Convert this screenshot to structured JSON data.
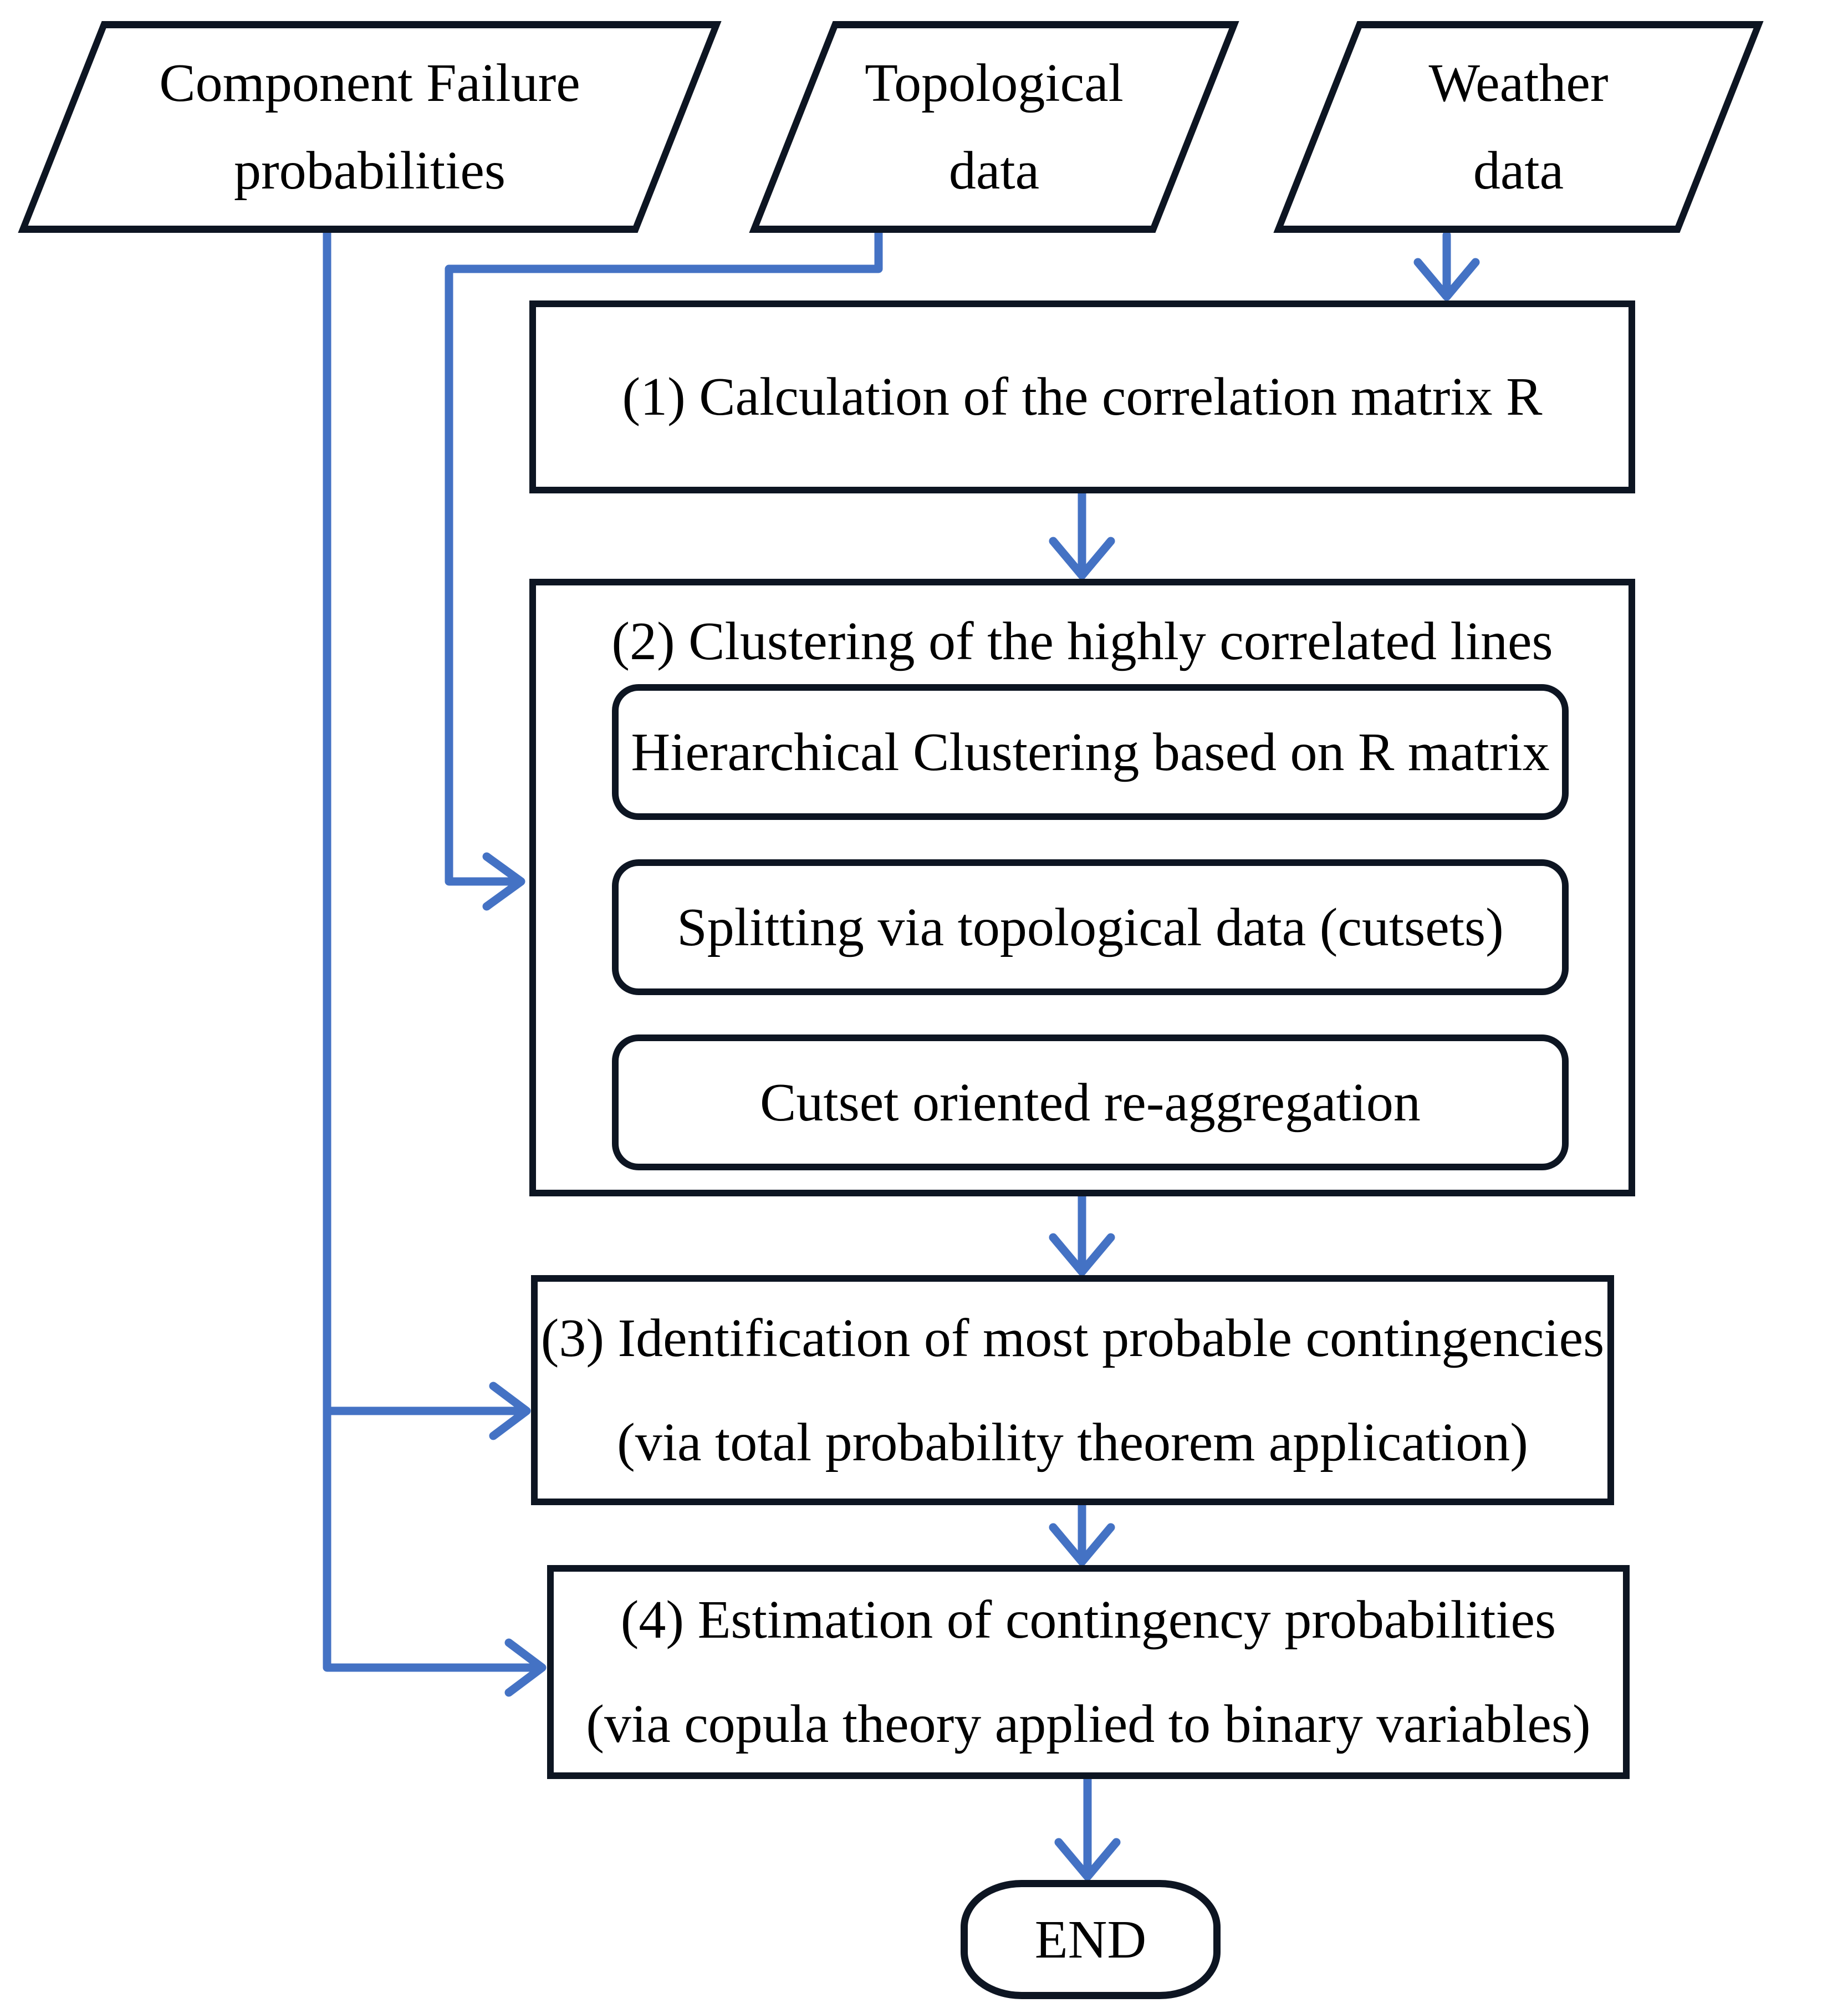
{
  "diagram": {
    "inputs": [
      {
        "id": "component-failure-probabilities",
        "label_lines": [
          "Component Failure",
          "probabilities"
        ]
      },
      {
        "id": "topological-data",
        "label_lines": [
          "Topological",
          "data"
        ]
      },
      {
        "id": "weather-data",
        "label_lines": [
          "Weather",
          "data"
        ]
      }
    ],
    "steps": {
      "step1": {
        "label": "(1) Calculation of the correlation matrix R"
      },
      "step2": {
        "title": "(2) Clustering of the highly correlated lines",
        "substeps": [
          "Hierarchical Clustering based on R matrix",
          "Splitting via topological data (cutsets)",
          "Cutset oriented re-aggregation"
        ]
      },
      "step3": {
        "label_lines": [
          "(3) Identification of most probable contingencies",
          "(via total probability theorem application)"
        ]
      },
      "step4": {
        "label_lines": [
          "(4) Estimation of contingency probabilities",
          "(via copula theory applied to binary variables)"
        ]
      }
    },
    "terminal": {
      "label": "END"
    },
    "edges": [
      {
        "from": "weather-data",
        "to": "step1"
      },
      {
        "from": "topological-data",
        "to": "step2"
      },
      {
        "from": "step1",
        "to": "step2"
      },
      {
        "from": "step2",
        "to": "step3"
      },
      {
        "from": "component-failure-probabilities",
        "to": "step3"
      },
      {
        "from": "component-failure-probabilities",
        "to": "step4"
      },
      {
        "from": "step3",
        "to": "step4"
      },
      {
        "from": "step4",
        "to": "end"
      }
    ],
    "colors": {
      "border": "#0d1522",
      "arrow": "#4472c4",
      "text": "#000000",
      "background": "#ffffff"
    }
  }
}
